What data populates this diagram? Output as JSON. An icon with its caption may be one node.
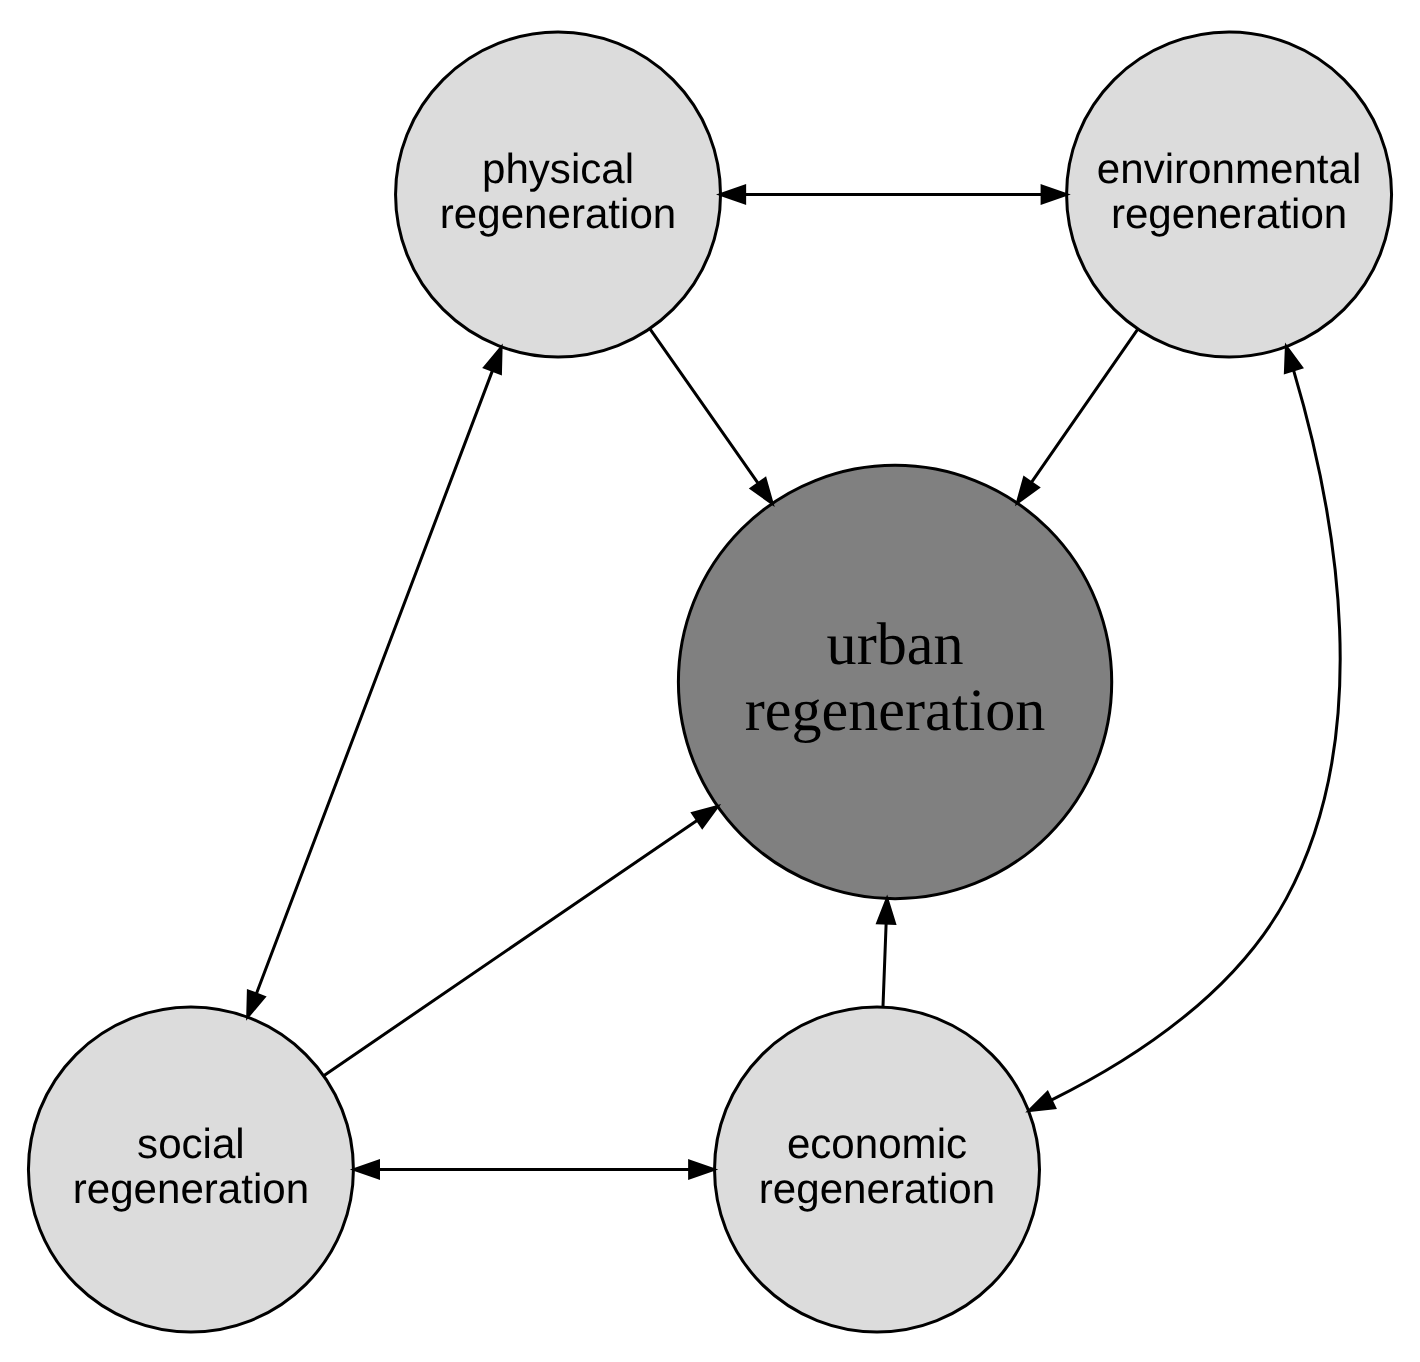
{
  "diagram": {
    "nodes": [
      {
        "text": [
          "physical regeneration"
        ]
      },
      {
        "text": [
          "environmental regeneration"
        ]
      },
      {
        "text": [
          "urban regeneration"
        ]
      },
      {
        "text": [
          "social regeneration"
        ]
      },
      {
        "text": [
          "economic regeneration"
        ]
      }
    ],
    "edges": [
      {
        "from": 0,
        "to": 1,
        "arrow": "both"
      },
      {
        "from": 0,
        "to": 2,
        "arrow": "to"
      },
      {
        "from": 1,
        "to": 2,
        "arrow": "to"
      },
      {
        "from": 0,
        "to": 3,
        "arrow": "both"
      },
      {
        "from": 1,
        "to": 4,
        "arrow": "both"
      },
      {
        "from": 3,
        "to": 2,
        "arrow": "to"
      },
      {
        "from": 4,
        "to": 2,
        "arrow": "to"
      },
      {
        "from": 3,
        "to": 4,
        "arrow": "both"
      }
    ]
  }
}
